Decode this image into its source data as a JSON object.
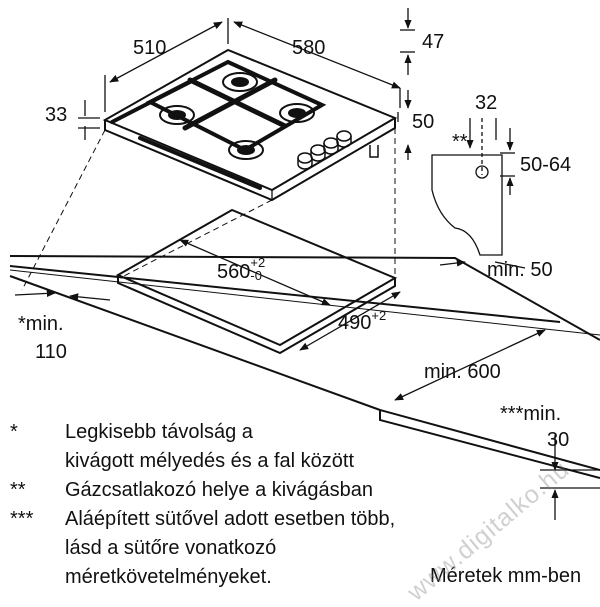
{
  "dimensions": {
    "d510": "510",
    "d580": "580",
    "d47": "47",
    "d33": "33",
    "d50_side": "50",
    "d32": "32",
    "d5064": "50-64",
    "star_side": "**",
    "d560_base": "560",
    "d560_plus": "+2",
    "d560_minus": "-0",
    "d490_base": "490",
    "d490_plus": "+2",
    "min50": "min. 50",
    "min110_a": "*min.",
    "min110_b": "110",
    "min600": "min. 600",
    "min30_a": "***min.",
    "min30_b": "30"
  },
  "notes": [
    {
      "mark": "*",
      "text": "Legkisebb távolság a\nkivágott mélyedés és a fal között"
    },
    {
      "mark": "**",
      "text": "Gázcsatlakozó helye a kivágásban"
    },
    {
      "mark": "***",
      "text": "Aláépített sütővel adott esetben több,\nlásd a sütőre vonatkozó\nméretkövetelményeket."
    }
  ],
  "units": "Méretek mm-ben",
  "watermark": "www.digitalko.hu"
}
